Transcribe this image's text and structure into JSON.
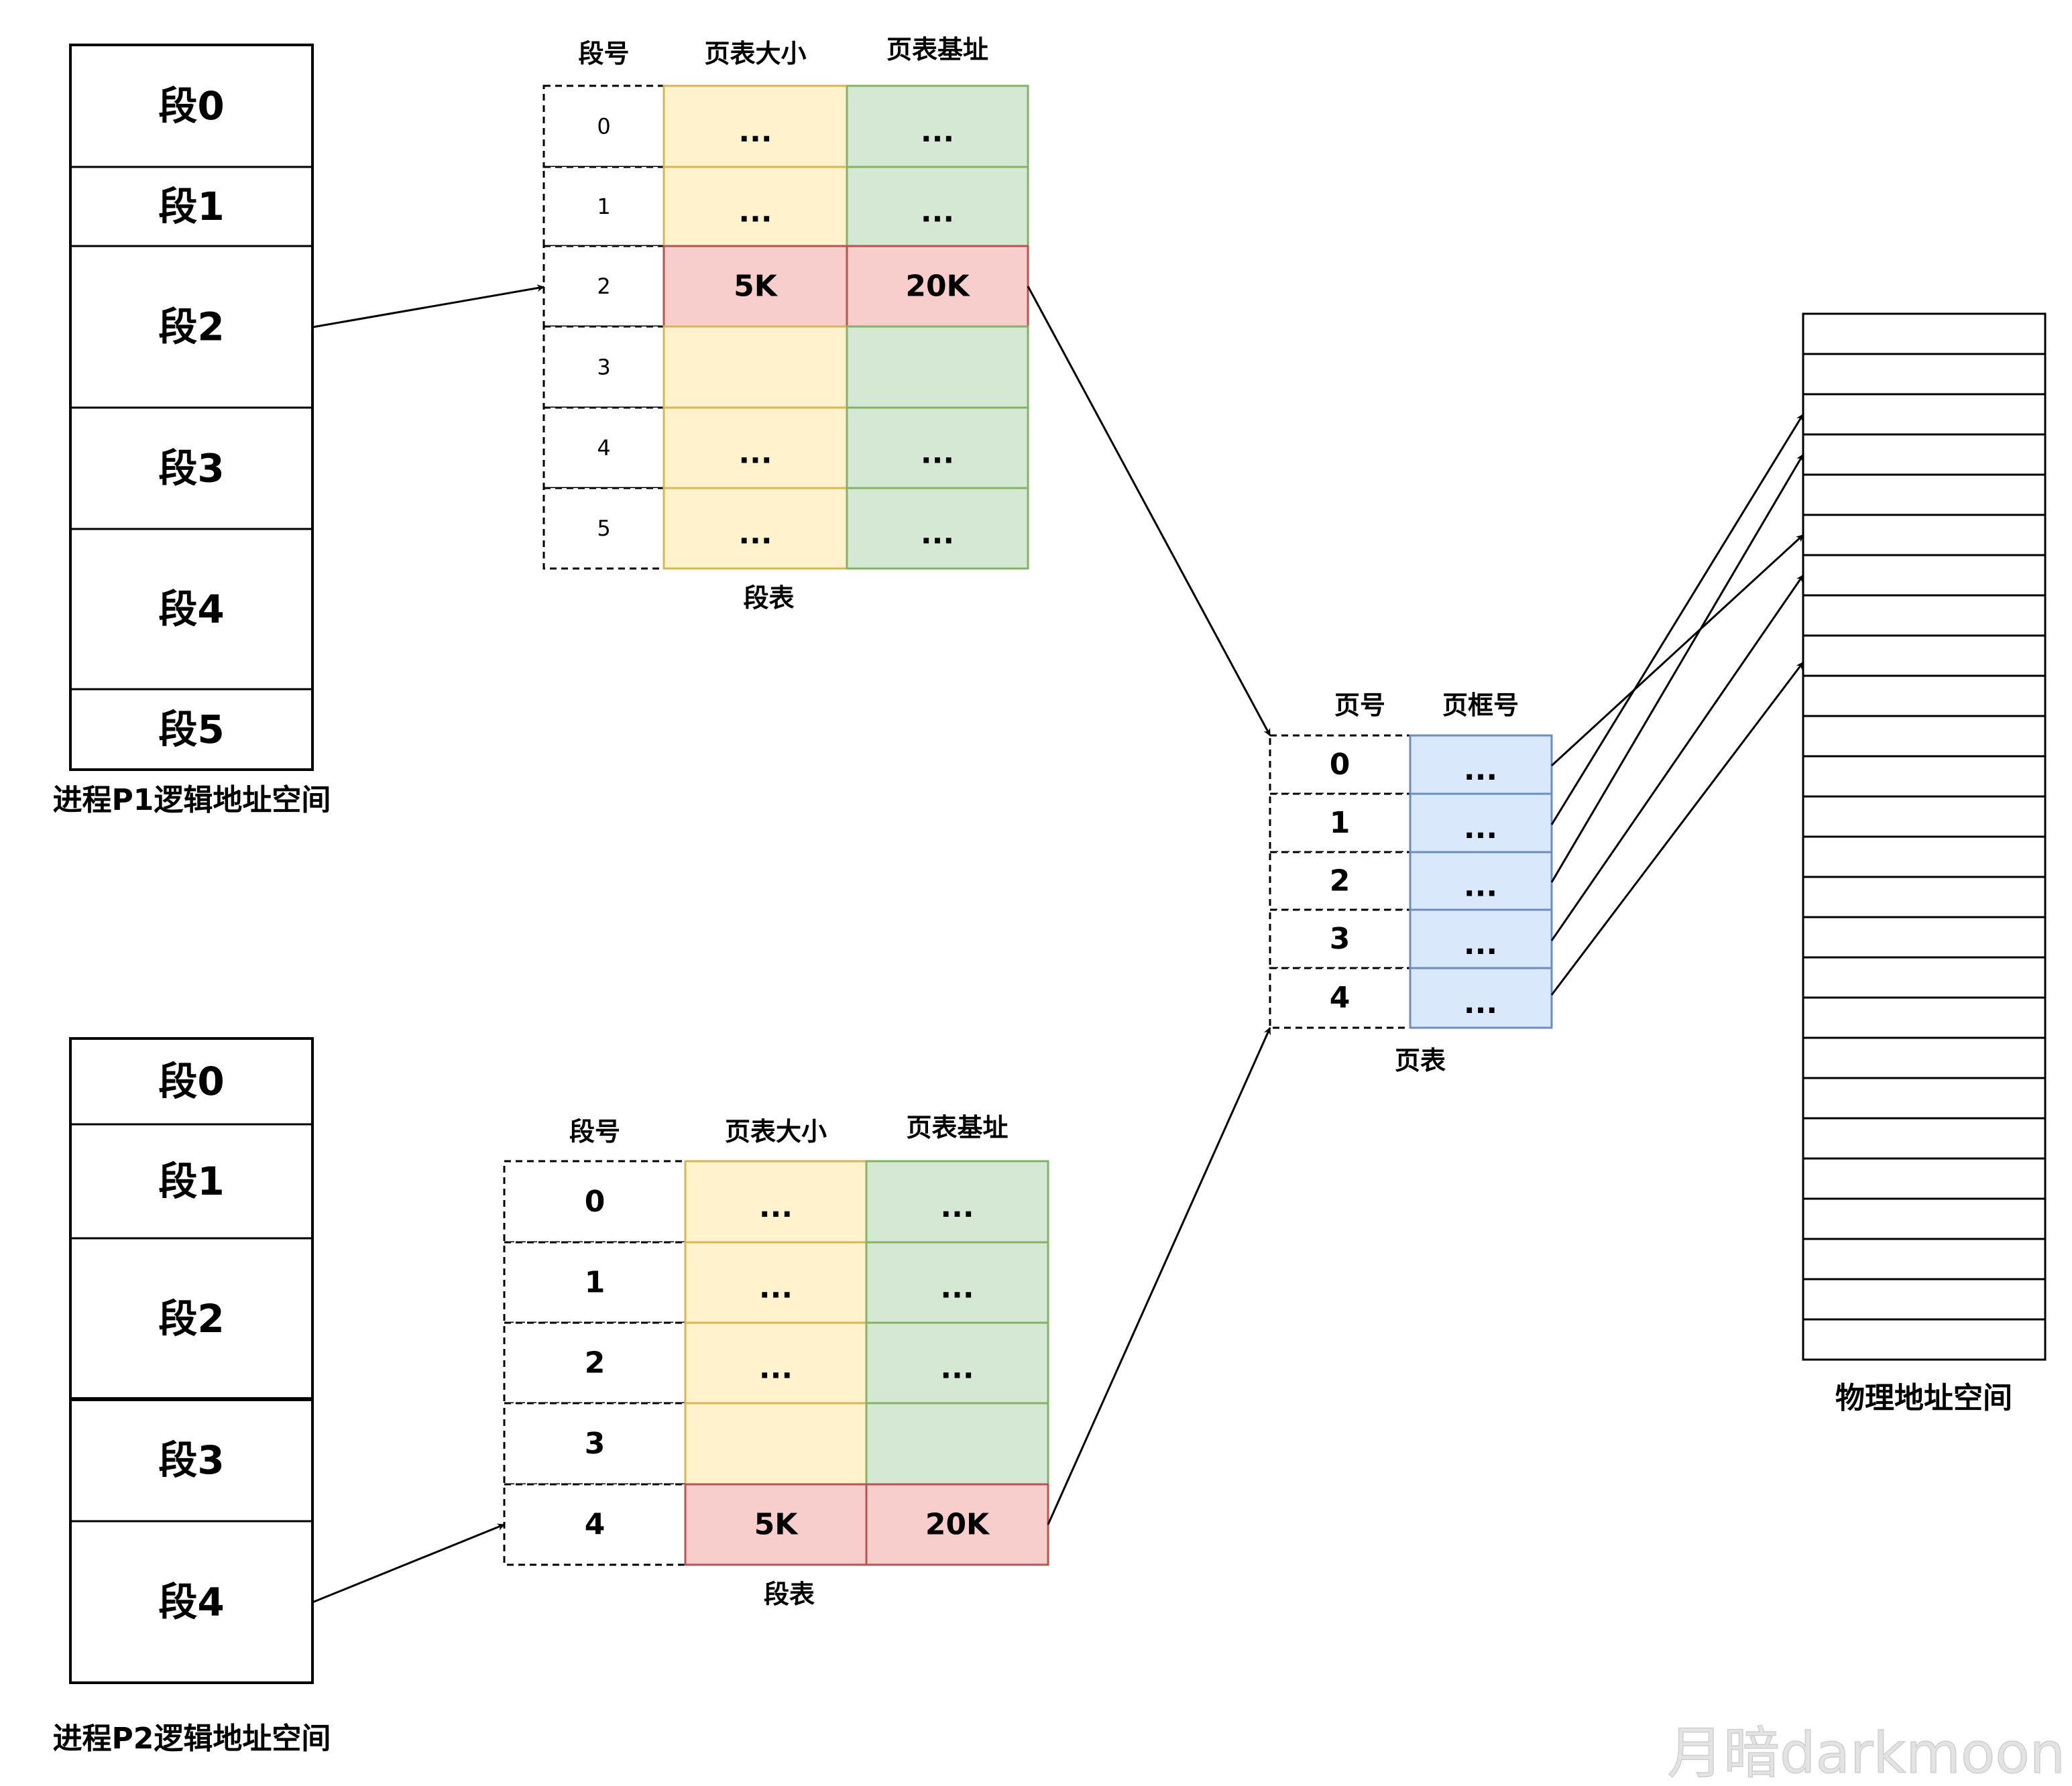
{
  "colors": {
    "size_fill": "#fff2cc",
    "size_border": "#d6b656",
    "base_fill": "#d5e8d4",
    "base_border": "#82b366",
    "hit_fill": "#f8cecc",
    "hit_border": "#b85450",
    "frame_fill": "#dae8fc",
    "frame_border": "#6c8ebf"
  },
  "p1": {
    "label": "进程P1逻辑地址空间",
    "segments": [
      "段0",
      "段1",
      "段2",
      "段3",
      "段4",
      "段5"
    ]
  },
  "p2": {
    "label": "进程P2逻辑地址空间",
    "segments": [
      "段0",
      "段1",
      "段2",
      "段3",
      "段4"
    ]
  },
  "seg_table_1": {
    "caption": "段表",
    "headers": [
      "段号",
      "页表大小",
      "页表基址"
    ],
    "rows": [
      {
        "no": "0",
        "size": "...",
        "base": "...",
        "highlight": false
      },
      {
        "no": "1",
        "size": "...",
        "base": "...",
        "highlight": false
      },
      {
        "no": "2",
        "size": "5K",
        "base": "20K",
        "highlight": true
      },
      {
        "no": "3",
        "size": "",
        "base": "",
        "highlight": false
      },
      {
        "no": "4",
        "size": "...",
        "base": "...",
        "highlight": false
      },
      {
        "no": "5",
        "size": "...",
        "base": "...",
        "highlight": false
      }
    ]
  },
  "seg_table_2": {
    "caption": "段表",
    "headers": [
      "段号",
      "页表大小",
      "页表基址"
    ],
    "rows": [
      {
        "no": "0",
        "size": "...",
        "base": "...",
        "highlight": false
      },
      {
        "no": "1",
        "size": "...",
        "base": "...",
        "highlight": false
      },
      {
        "no": "2",
        "size": "...",
        "base": "...",
        "highlight": false
      },
      {
        "no": "3",
        "size": "",
        "base": "",
        "highlight": false
      },
      {
        "no": "4",
        "size": "5K",
        "base": "20K",
        "highlight": true
      }
    ]
  },
  "page_table": {
    "caption": "页表",
    "headers": [
      "页号",
      "页框号"
    ],
    "rows": [
      {
        "no": "0",
        "frame": "...",
        "maps_to_frame": 6
      },
      {
        "no": "1",
        "frame": "...",
        "maps_to_frame": 3
      },
      {
        "no": "2",
        "frame": "...",
        "maps_to_frame": 4
      },
      {
        "no": "3",
        "frame": "...",
        "maps_to_frame": 7
      },
      {
        "no": "4",
        "frame": "...",
        "maps_to_frame": 9
      }
    ]
  },
  "physical_memory": {
    "label": "物理地址空间",
    "frame_count": 26
  },
  "watermark": "月暗darkmoon"
}
